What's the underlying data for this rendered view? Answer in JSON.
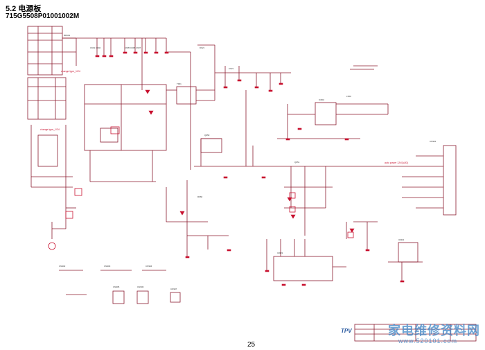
{
  "header": {
    "title": "5.2 电源板",
    "model": "715G5508P01001002M"
  },
  "page_number": "25",
  "notes": {
    "change_1": "change type_1/24",
    "change_2": "change type_1/24",
    "bus_label": "auto power 12V(AUD)"
  },
  "footer": {
    "brand": "TPV",
    "watermark": "家电维修资料网",
    "watermark_url": "www.520101.com"
  },
  "colors": {
    "wire": "#8b1a2e",
    "component": "#c8102e",
    "text": "#222222",
    "watermark": "#3f86c6"
  }
}
